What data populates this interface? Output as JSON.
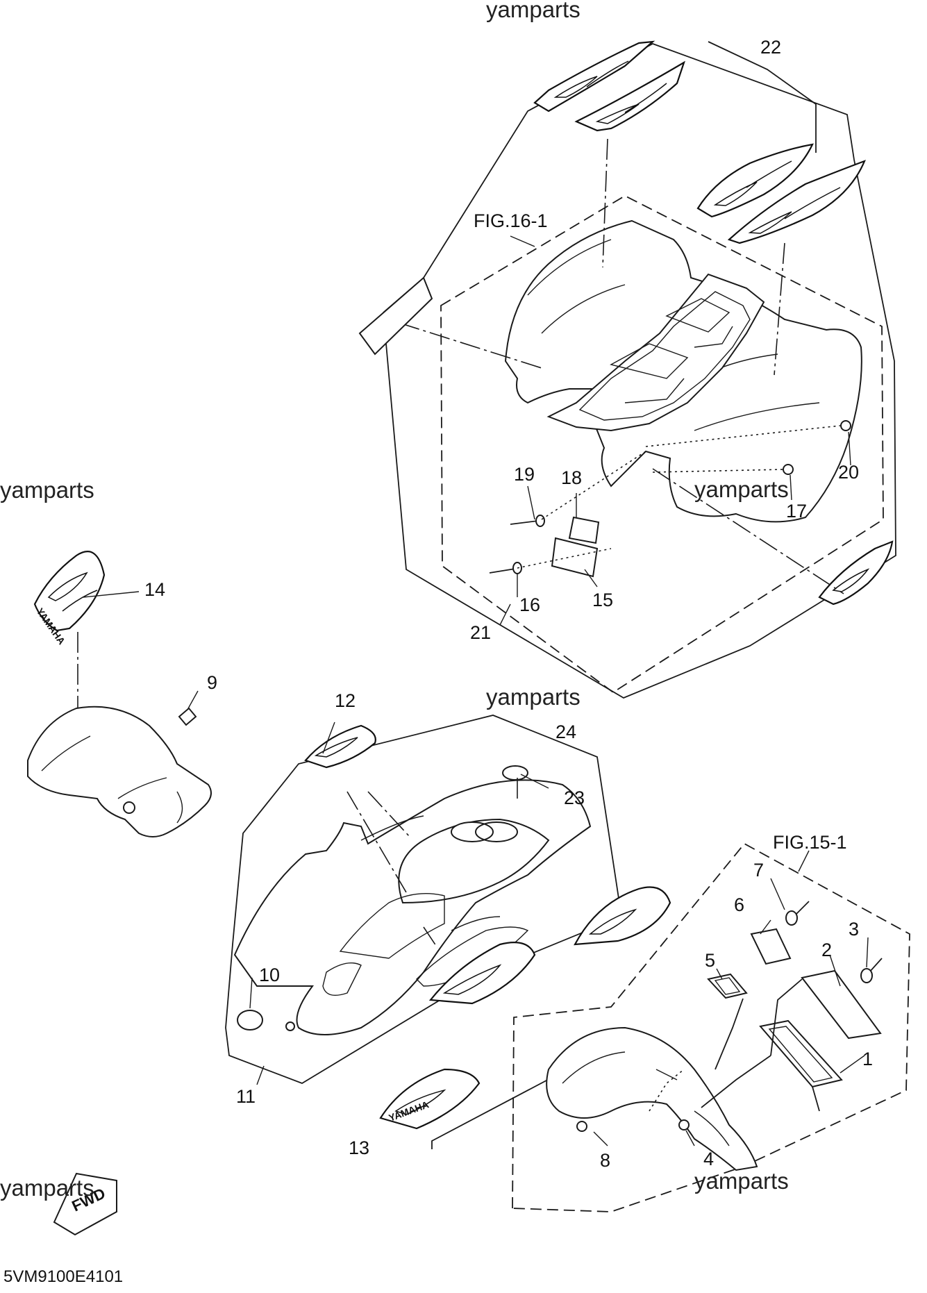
{
  "watermarks": [
    "yamparts",
    "yamparts",
    "yamparts",
    "yamparts",
    "yamparts",
    "yamparts"
  ],
  "fig_refs": {
    "rear": "FIG.16-1",
    "front": "FIG.15-1"
  },
  "callouts": {
    "c1": "1",
    "c2": "2",
    "c3": "3",
    "c4": "4",
    "c5": "5",
    "c6": "6",
    "c7": "7",
    "c8": "8",
    "c9": "9",
    "c10": "10",
    "c11": "11",
    "c12": "12",
    "c13": "13",
    "c14": "14",
    "c15": "15",
    "c16": "16",
    "c17": "17",
    "c18": "18",
    "c19": "19",
    "c20": "20",
    "c21": "21",
    "c22": "22",
    "c23": "23",
    "c24": "24"
  },
  "direction_badge": "FWD",
  "diagram_code": "5VM9100E4101",
  "icons": [
    "fwd-arrow-icon"
  ]
}
